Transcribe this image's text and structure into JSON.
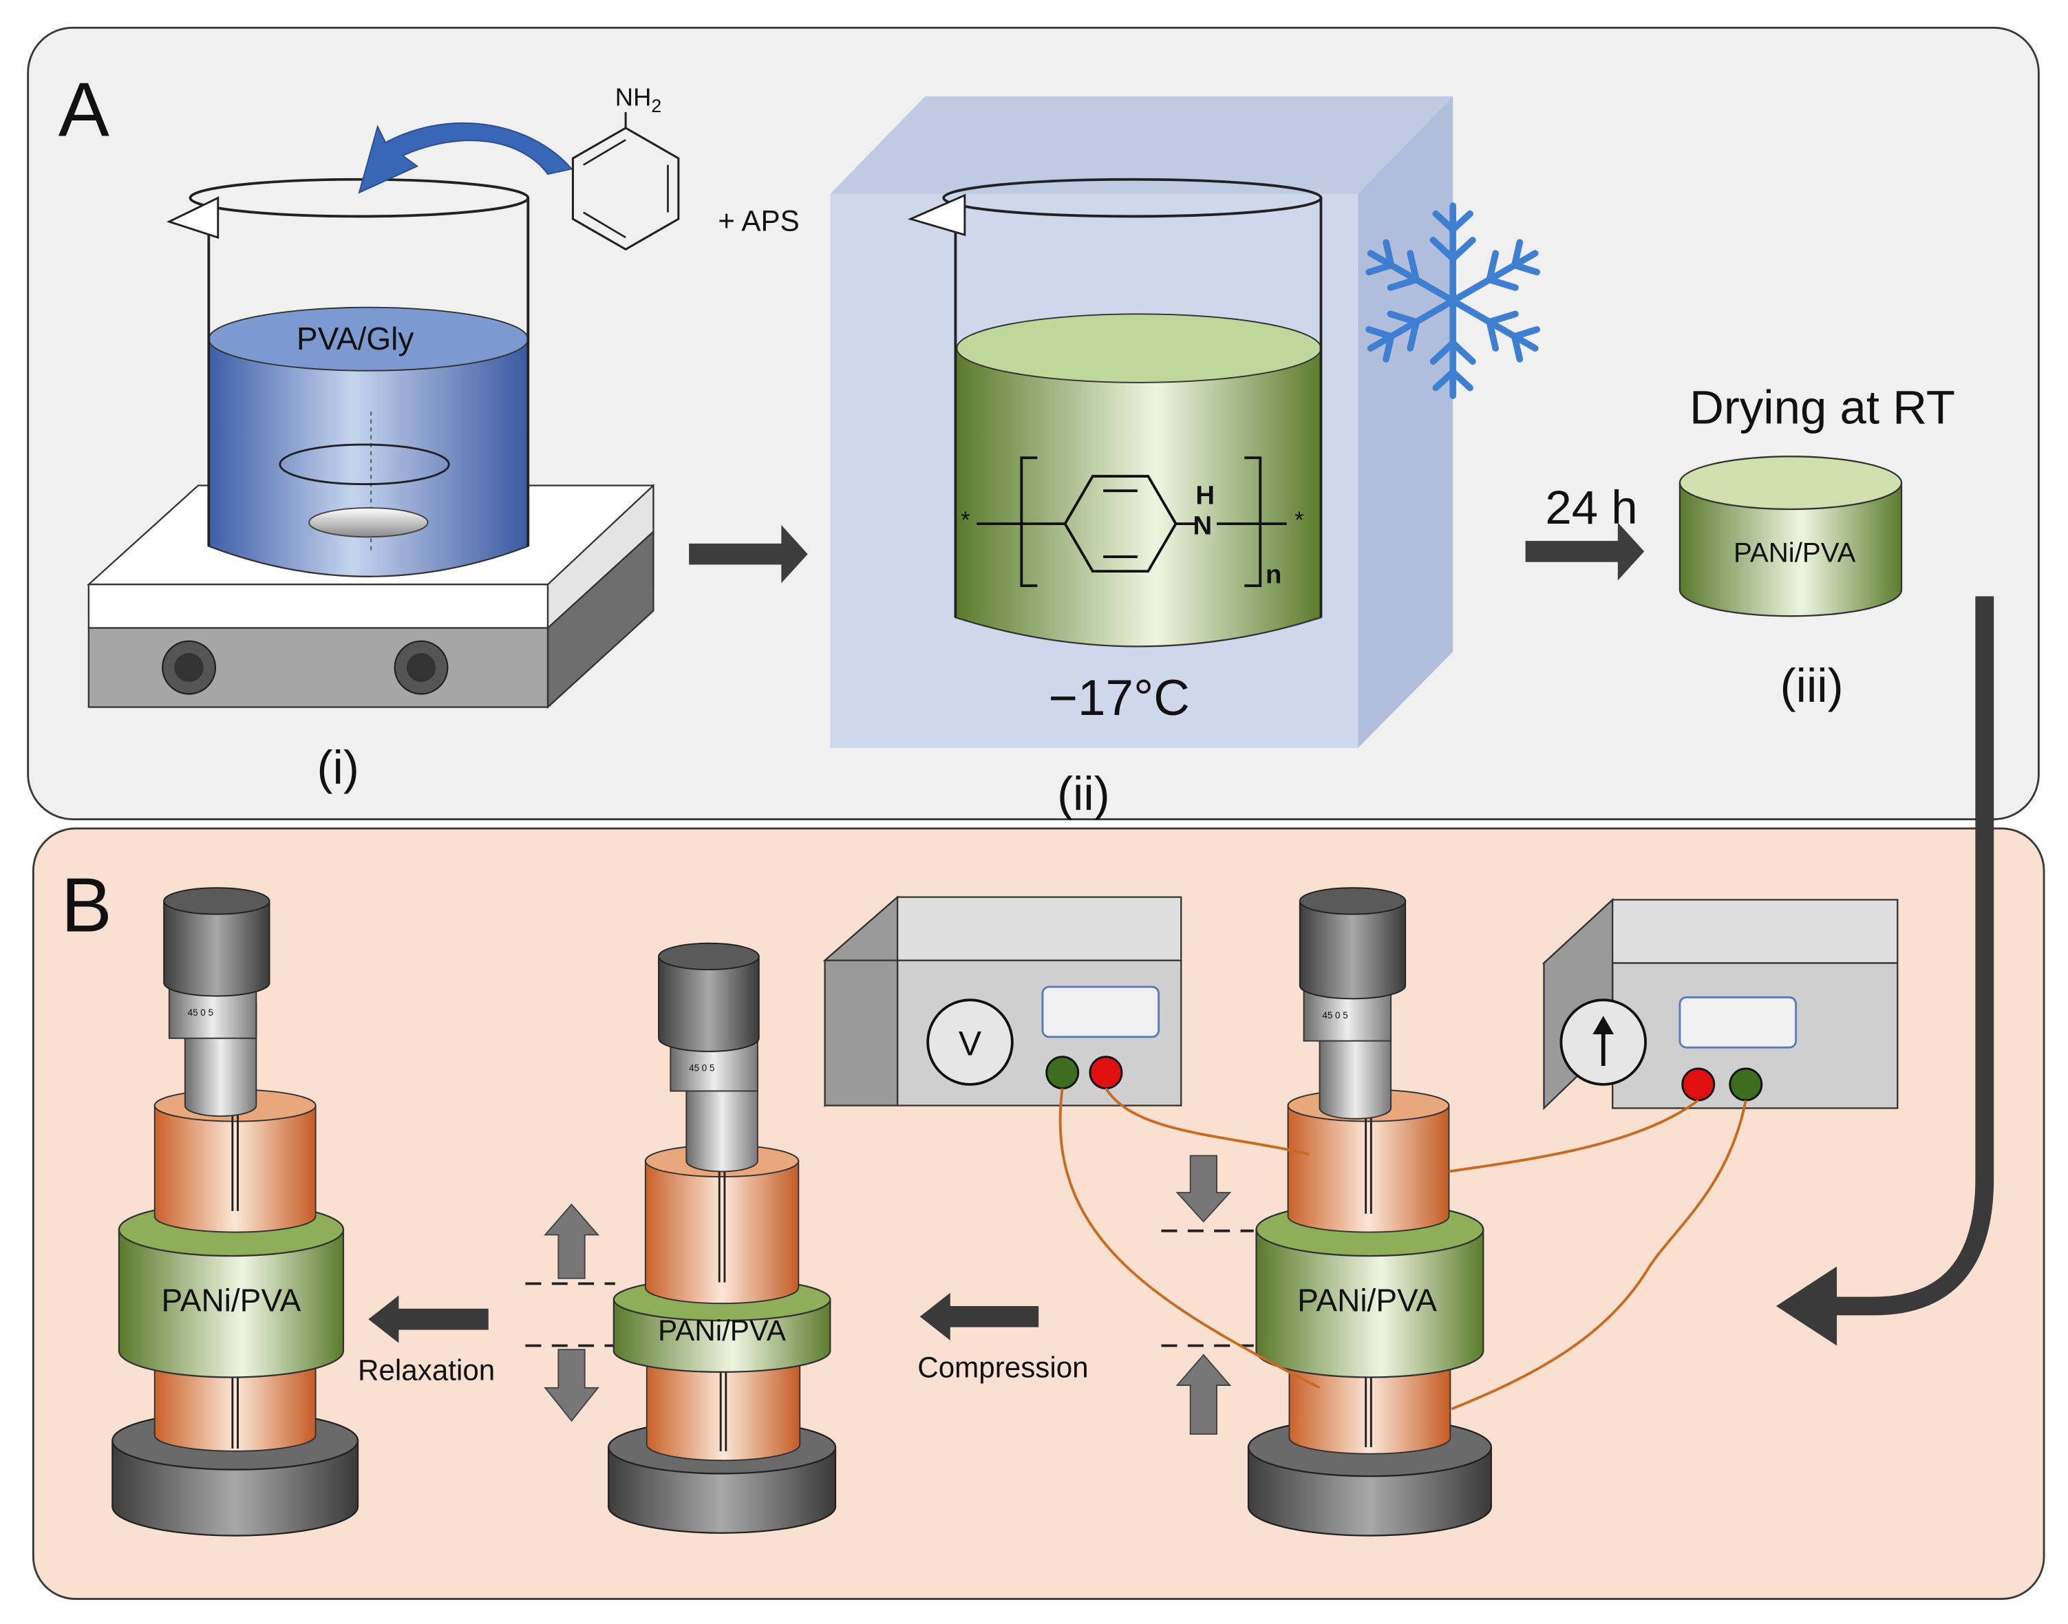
{
  "panel_a": {
    "letter": "A",
    "step1": {
      "liquid_label": "PVA/Gly",
      "reagent": "NH2",
      "additive": "+ APS",
      "caption": "(i)"
    },
    "step2": {
      "temperature": "−17°C",
      "n_label": "n",
      "nh_h": "H",
      "nh_n": "N",
      "star": "*",
      "caption": "(ii)"
    },
    "step3": {
      "duration": "24 h",
      "title": "Drying at RT",
      "sample_label": "PANi/PVA",
      "caption": "(iii)"
    }
  },
  "panel_b": {
    "letter": "B",
    "sample_label": "PANi/PVA",
    "relaxation_label": "Relaxation",
    "compression_label": "Compression",
    "voltmeter_symbol": "V",
    "micrometer_marks": "45 0 5"
  },
  "colors": {
    "panel_a_bg": "#f0f0f0",
    "panel_b_bg": "#f9e0d0",
    "liquid_blue": "#4a6fb3",
    "liquid_green": "#6e8f3a",
    "freezer": "#c9d3e8",
    "snowflake": "#3f7fd1",
    "copper": "#d9773a",
    "terminal_red": "#e01010",
    "terminal_green": "#3d6e1f",
    "wire": "#c86a22"
  }
}
